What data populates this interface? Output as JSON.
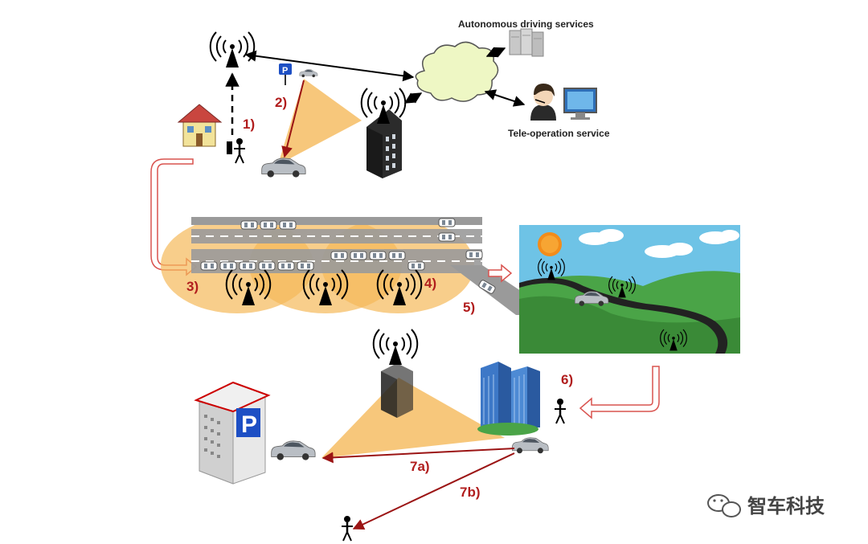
{
  "labels": {
    "autonomous_services": "Autonomous driving services",
    "teleop_service": "Tele-operation service",
    "step_1": "1)",
    "step_2": "2)",
    "step_3": "3)",
    "step_4": "4)",
    "step_5": "5)",
    "step_6": "6)",
    "step_7a": "7a)",
    "step_7b": "7b)",
    "parking_sign": "P",
    "parking_building_sign": "P",
    "watermark": "智车科技"
  },
  "colors": {
    "coverage": "#f5b95a",
    "arrow_red": "#9b1414",
    "flow_arrow": "#d9534f",
    "cloud": "#eef7c4",
    "sky": "#6ec3e6",
    "grass": "#3f9a3c",
    "road": "#9a9a9a",
    "building_dark": "#2b2b2b",
    "glass_blue": "#3d78c7",
    "parking_blue": "#1d4fc4"
  },
  "icons": [
    "antenna-icon",
    "house-icon",
    "person-icon",
    "parking-sign-icon",
    "car-icon",
    "tower-building-icon",
    "cloud-icon",
    "server-icon",
    "operator-icon",
    "monitor-icon",
    "sun-icon",
    "parking-garage-icon",
    "office-building-icon",
    "wechat-icon"
  ]
}
